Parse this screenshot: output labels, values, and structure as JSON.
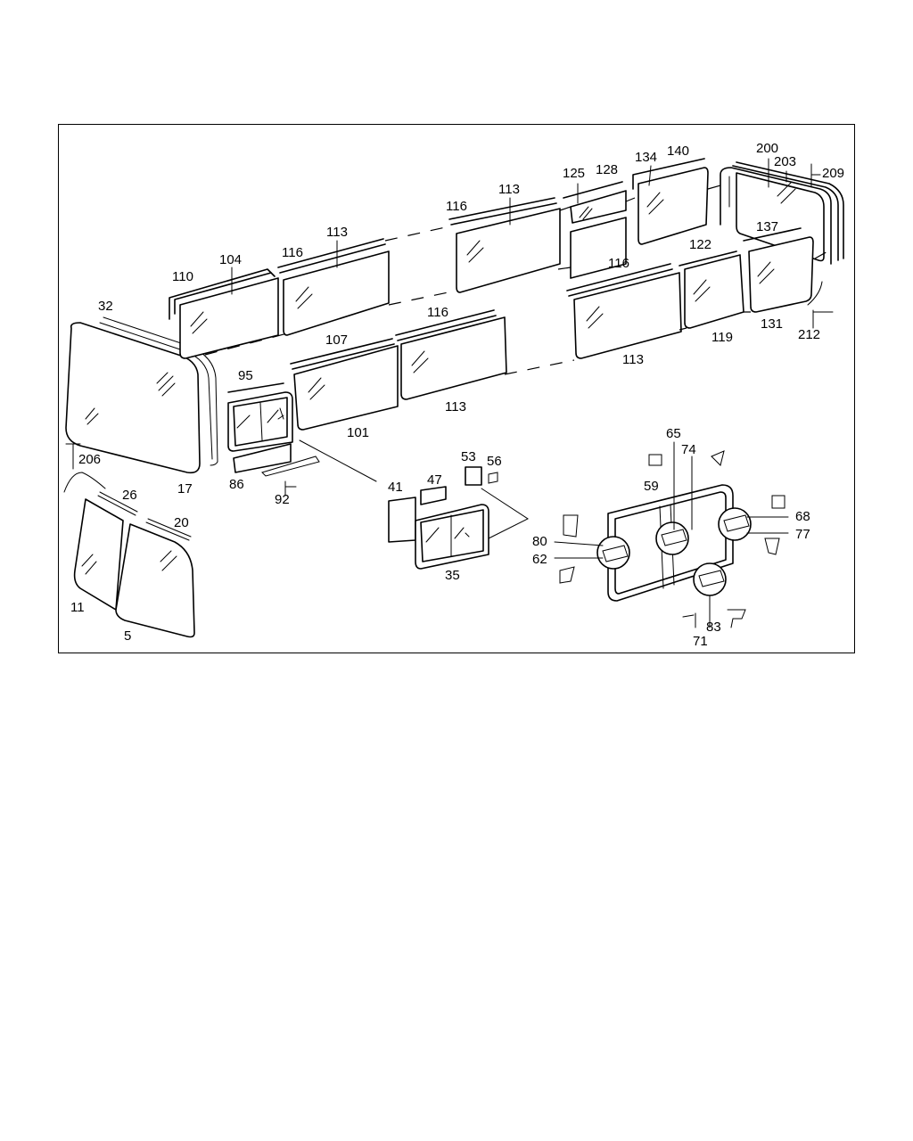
{
  "callouts": [
    {
      "id": "c5",
      "text": "5"
    },
    {
      "id": "c11",
      "text": "11"
    },
    {
      "id": "c17",
      "text": "17"
    },
    {
      "id": "c20",
      "text": "20"
    },
    {
      "id": "c26",
      "text": "26"
    },
    {
      "id": "c32",
      "text": "32"
    },
    {
      "id": "c35",
      "text": "35"
    },
    {
      "id": "c41",
      "text": "41"
    },
    {
      "id": "c47",
      "text": "47"
    },
    {
      "id": "c53",
      "text": "53"
    },
    {
      "id": "c56",
      "text": "56"
    },
    {
      "id": "c59",
      "text": "59"
    },
    {
      "id": "c62",
      "text": "62"
    },
    {
      "id": "c65",
      "text": "65"
    },
    {
      "id": "c68",
      "text": "68"
    },
    {
      "id": "c71",
      "text": "71"
    },
    {
      "id": "c74",
      "text": "74"
    },
    {
      "id": "c77",
      "text": "77"
    },
    {
      "id": "c80",
      "text": "80"
    },
    {
      "id": "c83",
      "text": "83"
    },
    {
      "id": "c86",
      "text": "86"
    },
    {
      "id": "c92",
      "text": "92"
    },
    {
      "id": "c95",
      "text": "95"
    },
    {
      "id": "c101",
      "text": "101"
    },
    {
      "id": "c104",
      "text": "104"
    },
    {
      "id": "c107",
      "text": "107"
    },
    {
      "id": "c110",
      "text": "110"
    },
    {
      "id": "c113a",
      "text": "113"
    },
    {
      "id": "c113b",
      "text": "113"
    },
    {
      "id": "c113c",
      "text": "113"
    },
    {
      "id": "c113d",
      "text": "113"
    },
    {
      "id": "c116a",
      "text": "116"
    },
    {
      "id": "c116b",
      "text": "116"
    },
    {
      "id": "c116c",
      "text": "116"
    },
    {
      "id": "c116d",
      "text": "116"
    },
    {
      "id": "c119",
      "text": "119"
    },
    {
      "id": "c122",
      "text": "122"
    },
    {
      "id": "c125",
      "text": "125"
    },
    {
      "id": "c128",
      "text": "128"
    },
    {
      "id": "c131",
      "text": "131"
    },
    {
      "id": "c134",
      "text": "134"
    },
    {
      "id": "c137",
      "text": "137"
    },
    {
      "id": "c140",
      "text": "140"
    },
    {
      "id": "c200",
      "text": "200"
    },
    {
      "id": "c203",
      "text": "203"
    },
    {
      "id": "c206",
      "text": "206"
    },
    {
      "id": "c209",
      "text": "209"
    },
    {
      "id": "c212",
      "text": "212"
    }
  ]
}
